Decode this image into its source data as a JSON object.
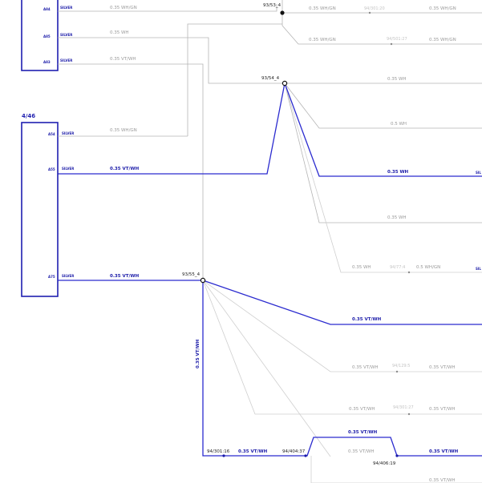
{
  "connectors": {
    "top": {
      "pins": [
        {
          "id": "A84",
          "material": "SILVER",
          "wire": "0.35  WH/GN"
        },
        {
          "id": "A85",
          "material": "SILVER",
          "wire": "0.35  WH"
        },
        {
          "id": "A83",
          "material": "SILVER",
          "wire": "0.35  VT/WH"
        }
      ]
    },
    "main": {
      "label": "4/46",
      "pins": [
        {
          "id": "A54",
          "material": "SILVER",
          "wire": "0.35  WH/GN"
        },
        {
          "id": "A55",
          "material": "SILVER",
          "wire": "0.35  VT/WH"
        },
        {
          "id": "A75",
          "material": "SILVER",
          "wire": "0.35  VT/WH"
        }
      ]
    }
  },
  "splices": {
    "s1": "93/53_4",
    "s2": "93/54_4",
    "s3": "93/55_4"
  },
  "wires_right": {
    "r1a": "0.35  WH/GN",
    "r1b": "94/301:20",
    "r1c": "0.35  WH/GN",
    "r2a": "0.35  WH/GN",
    "r2b": "94/501:27",
    "r2c": "0.35  WH/GN",
    "r3": "0.35  WH",
    "r4": "0.5  WH",
    "r5": "0.35  WH",
    "r5_tag": "SIL",
    "r6": "0.35  WH",
    "r7a": "0.35  WH",
    "r7b": "94/77:4",
    "r7c": "0.5  WH/GN",
    "r7_tag": "SIL",
    "r8": "0.35  VT/WH",
    "r9a": "0.35  VT/WH",
    "r9b": "94/129:5",
    "r9c": "0.35  VT/WH",
    "r10a": "0.35  VT/WH",
    "r10b": "94/301:27",
    "r10c": "0.35  VT/WH",
    "r11": "0.35  VT/WH",
    "r12a": "0.35  VT/WH",
    "r12b": "94/406:19",
    "r12c": "0.35  VT/WH",
    "r13": "0.35  VT/WH",
    "vertical": "0.35  VT/WH",
    "bottom_a": "94/301:16",
    "bottom_b": "0.35  VT/WH",
    "bottom_c": "94/404:37"
  },
  "colors": {
    "active_wire": "#2b2bcf",
    "inactive_wire": "#b5b5b5",
    "connector": "#1f1fb0"
  }
}
